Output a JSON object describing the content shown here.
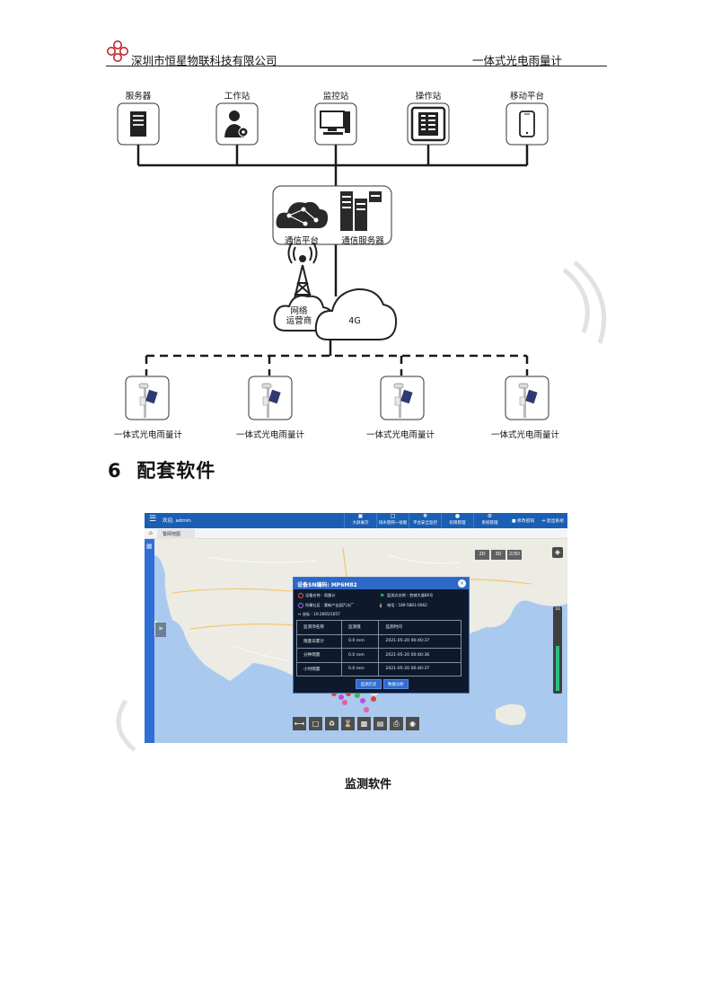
{
  "header": {
    "company": "深圳市恒星物联科技有限公司",
    "doc_title": "一体式光电雨量计"
  },
  "diagram": {
    "top_nodes": [
      {
        "label": "服务器",
        "icon": "server-icon"
      },
      {
        "label": "工作站",
        "icon": "workstation-user-icon"
      },
      {
        "label": "监控站",
        "icon": "monitor-desktop-icon"
      },
      {
        "label": "操作站",
        "icon": "operator-cabinet-icon"
      },
      {
        "label": "移动平台",
        "icon": "mobile-phone-icon"
      }
    ],
    "platform": {
      "comm_platform": "通信平台",
      "comm_server": "通信服务器"
    },
    "network": {
      "operator": "网络\n运营商",
      "operator_line1": "网络",
      "operator_line2": "运营商",
      "cell": "4G"
    },
    "devices": [
      {
        "label": "一体式光电雨量计",
        "icon": "rain-gauge-device-icon"
      },
      {
        "label": "一体式光电雨量计",
        "icon": "rain-gauge-device-icon"
      },
      {
        "label": "一体式光电雨量计",
        "icon": "rain-gauge-device-icon"
      },
      {
        "label": "一体式光电雨量计",
        "icon": "rain-gauge-device-icon"
      }
    ]
  },
  "section": {
    "number": "6",
    "title": "配套软件",
    "full": "6  配套软件"
  },
  "software": {
    "topbar": {
      "welcome": "欢迎, admin",
      "nav": [
        {
          "label": "大屏展示",
          "icon": "monitor-icon"
        },
        {
          "label": "排水管网一张图",
          "icon": "map-book-icon"
        },
        {
          "label": "平台安全监控",
          "icon": "network-icon"
        },
        {
          "label": "权限管理",
          "icon": "user-icon"
        },
        {
          "label": "系统管理",
          "icon": "gear-icon"
        }
      ],
      "change_password": "修改密码",
      "logout": "退出系统"
    },
    "tab": "警网地图",
    "zoom_levels": [
      "2D",
      "3D",
      "2/3D"
    ],
    "zoom_level_value": "16",
    "popup": {
      "title": "设备SN编码: MP6M82",
      "device_name_label": "设备名称",
      "device_name": "雨量计",
      "location_label": "所属社区",
      "location": "惠新产业园汽水厂",
      "site_label": "监测点名称",
      "site": "宫城大道86号",
      "phone_label": "电话",
      "phone": "189-5881-6062",
      "coord_label": "坐标",
      "coord": "19.2665/1657",
      "table_headers": [
        "监测项名称",
        "监测值",
        "监测时间"
      ],
      "rows": [
        [
          "雨量日累计",
          "0.0 mm",
          "2021-05-20 00:40:37"
        ],
        [
          "分钟雨量",
          "0.0 mm",
          "2021-05-20 00:40:36"
        ],
        [
          "小时雨量",
          "0.0 mm",
          "2021-05-20 00:40:37"
        ]
      ],
      "btn_history": "监测历史",
      "btn_analysis": "数据分析"
    },
    "tools": [
      "measure-distance-icon",
      "rectangle-select-icon",
      "recycle-icon",
      "hourglass-icon",
      "bar-chart-icon",
      "table-icon",
      "print-icon",
      "eye-icon"
    ]
  },
  "caption": "监测软件",
  "colors": {
    "topbar": "#1b5fb4",
    "popup_head": "#2c68c8",
    "popup_bg": "#0e1a2c",
    "sea": "#aac9ef",
    "land": "#ecebe4"
  }
}
